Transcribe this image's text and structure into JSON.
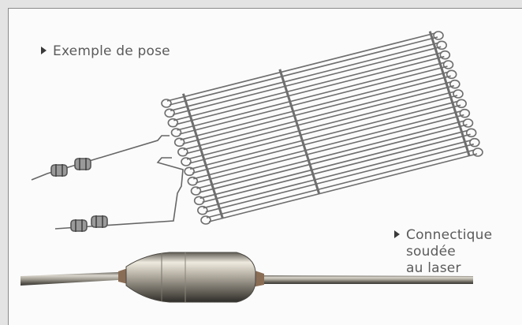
{
  "captions": {
    "layout_example": "Exemple de pose",
    "laser_welded": {
      "line1": "Connectique",
      "line2": "soudée",
      "line3": "au laser"
    }
  },
  "icons": [
    "caption-arrow-icon",
    "caption-arrow-icon"
  ]
}
